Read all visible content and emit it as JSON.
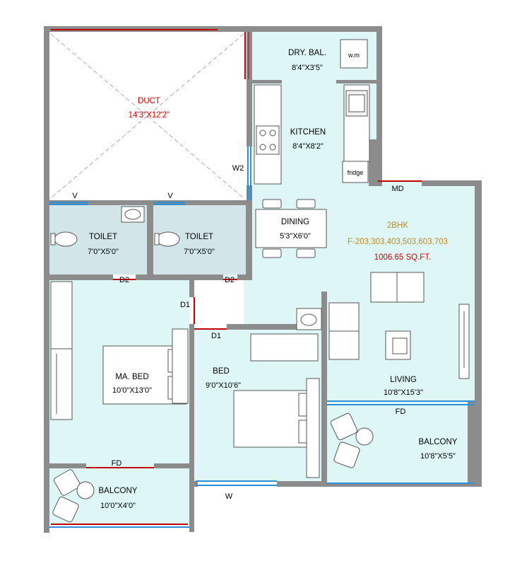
{
  "colors": {
    "wall": "#8c8c8c",
    "room_fill": "#dff6f7",
    "toilet_fill": "#d2e6e9",
    "white": "#ffffff",
    "door_red": "#c00000",
    "window_blue": "#2f8fd6",
    "duct_text": "#e00000",
    "unit_text": "#c08a1e",
    "area_text": "#d00000",
    "furniture": "#555555"
  },
  "duct": {
    "name": "DUCT",
    "size": "14'3\"X12'2\""
  },
  "dry_balcony": {
    "name": "DRY. BAL.",
    "size": "8'4\"X3'5\"",
    "appliance": "w.m"
  },
  "kitchen": {
    "name": "KITCHEN",
    "size": "8'4\"X8'2\"",
    "appliance": "fridge"
  },
  "dining": {
    "name": "DINING",
    "size": "5'3\"X6'0\""
  },
  "toilet_1": {
    "name": "TOILET",
    "size": "7'0\"X5'0\""
  },
  "toilet_2": {
    "name": "TOILET",
    "size": "7'0\"X5'0\""
  },
  "unit": {
    "type": "2BHK",
    "numbers": "F-203,303,403,503,603,703",
    "area": "1006.65 SQ.FT."
  },
  "master_bed": {
    "name": "MA. BED",
    "size": "10'0\"X13'0\""
  },
  "bed": {
    "name": "BED",
    "size": "9'0\"X10'6\""
  },
  "living": {
    "name": "LIVING",
    "size": "10'8\"X15'3\""
  },
  "balcony_living": {
    "name": "BALCONY",
    "size": "10'8\"X5'5\""
  },
  "balcony_master": {
    "name": "BALCONY",
    "size": "10'0\"X4'0\""
  },
  "door_tags": {
    "main_door": "MD",
    "toilet_door_1": "D2",
    "toilet_door_2": "D2",
    "master_door": "D1",
    "bed_door": "D1",
    "fd_living": "FD",
    "fd_master": "FD"
  },
  "window_tags": {
    "kitchen_window": "W2",
    "vent_1": "V",
    "vent_2": "V",
    "bed_window": "W"
  }
}
